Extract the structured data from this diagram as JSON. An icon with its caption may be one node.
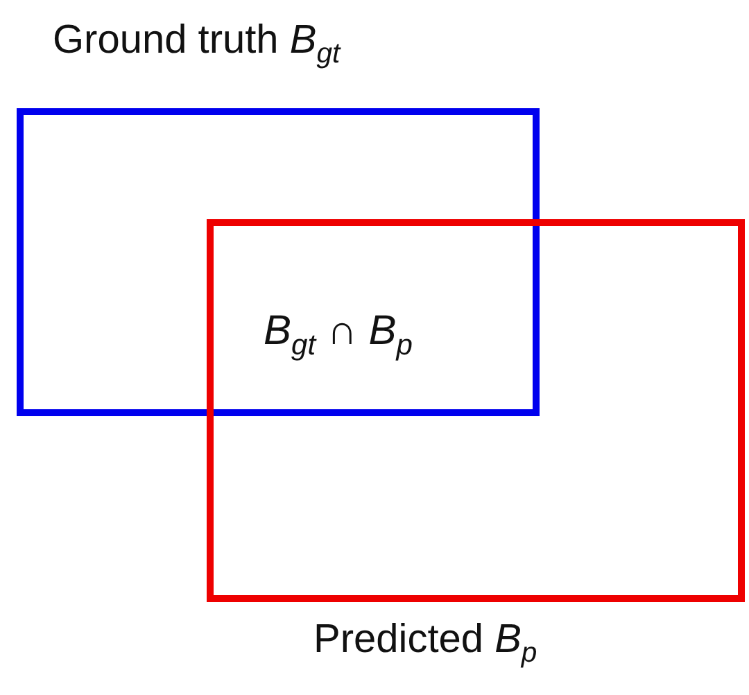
{
  "diagram": {
    "nodes": [
      {
        "text": [
          "Ground truth *B*$_{gt}$"
        ]
      },
      {
        "text": [
          "Predicted *B*$_{p}$"
        ]
      }
    ],
    "labels": [
      "B$_{gt}$ ∩ B$_{p}$"
    ]
  }
}
